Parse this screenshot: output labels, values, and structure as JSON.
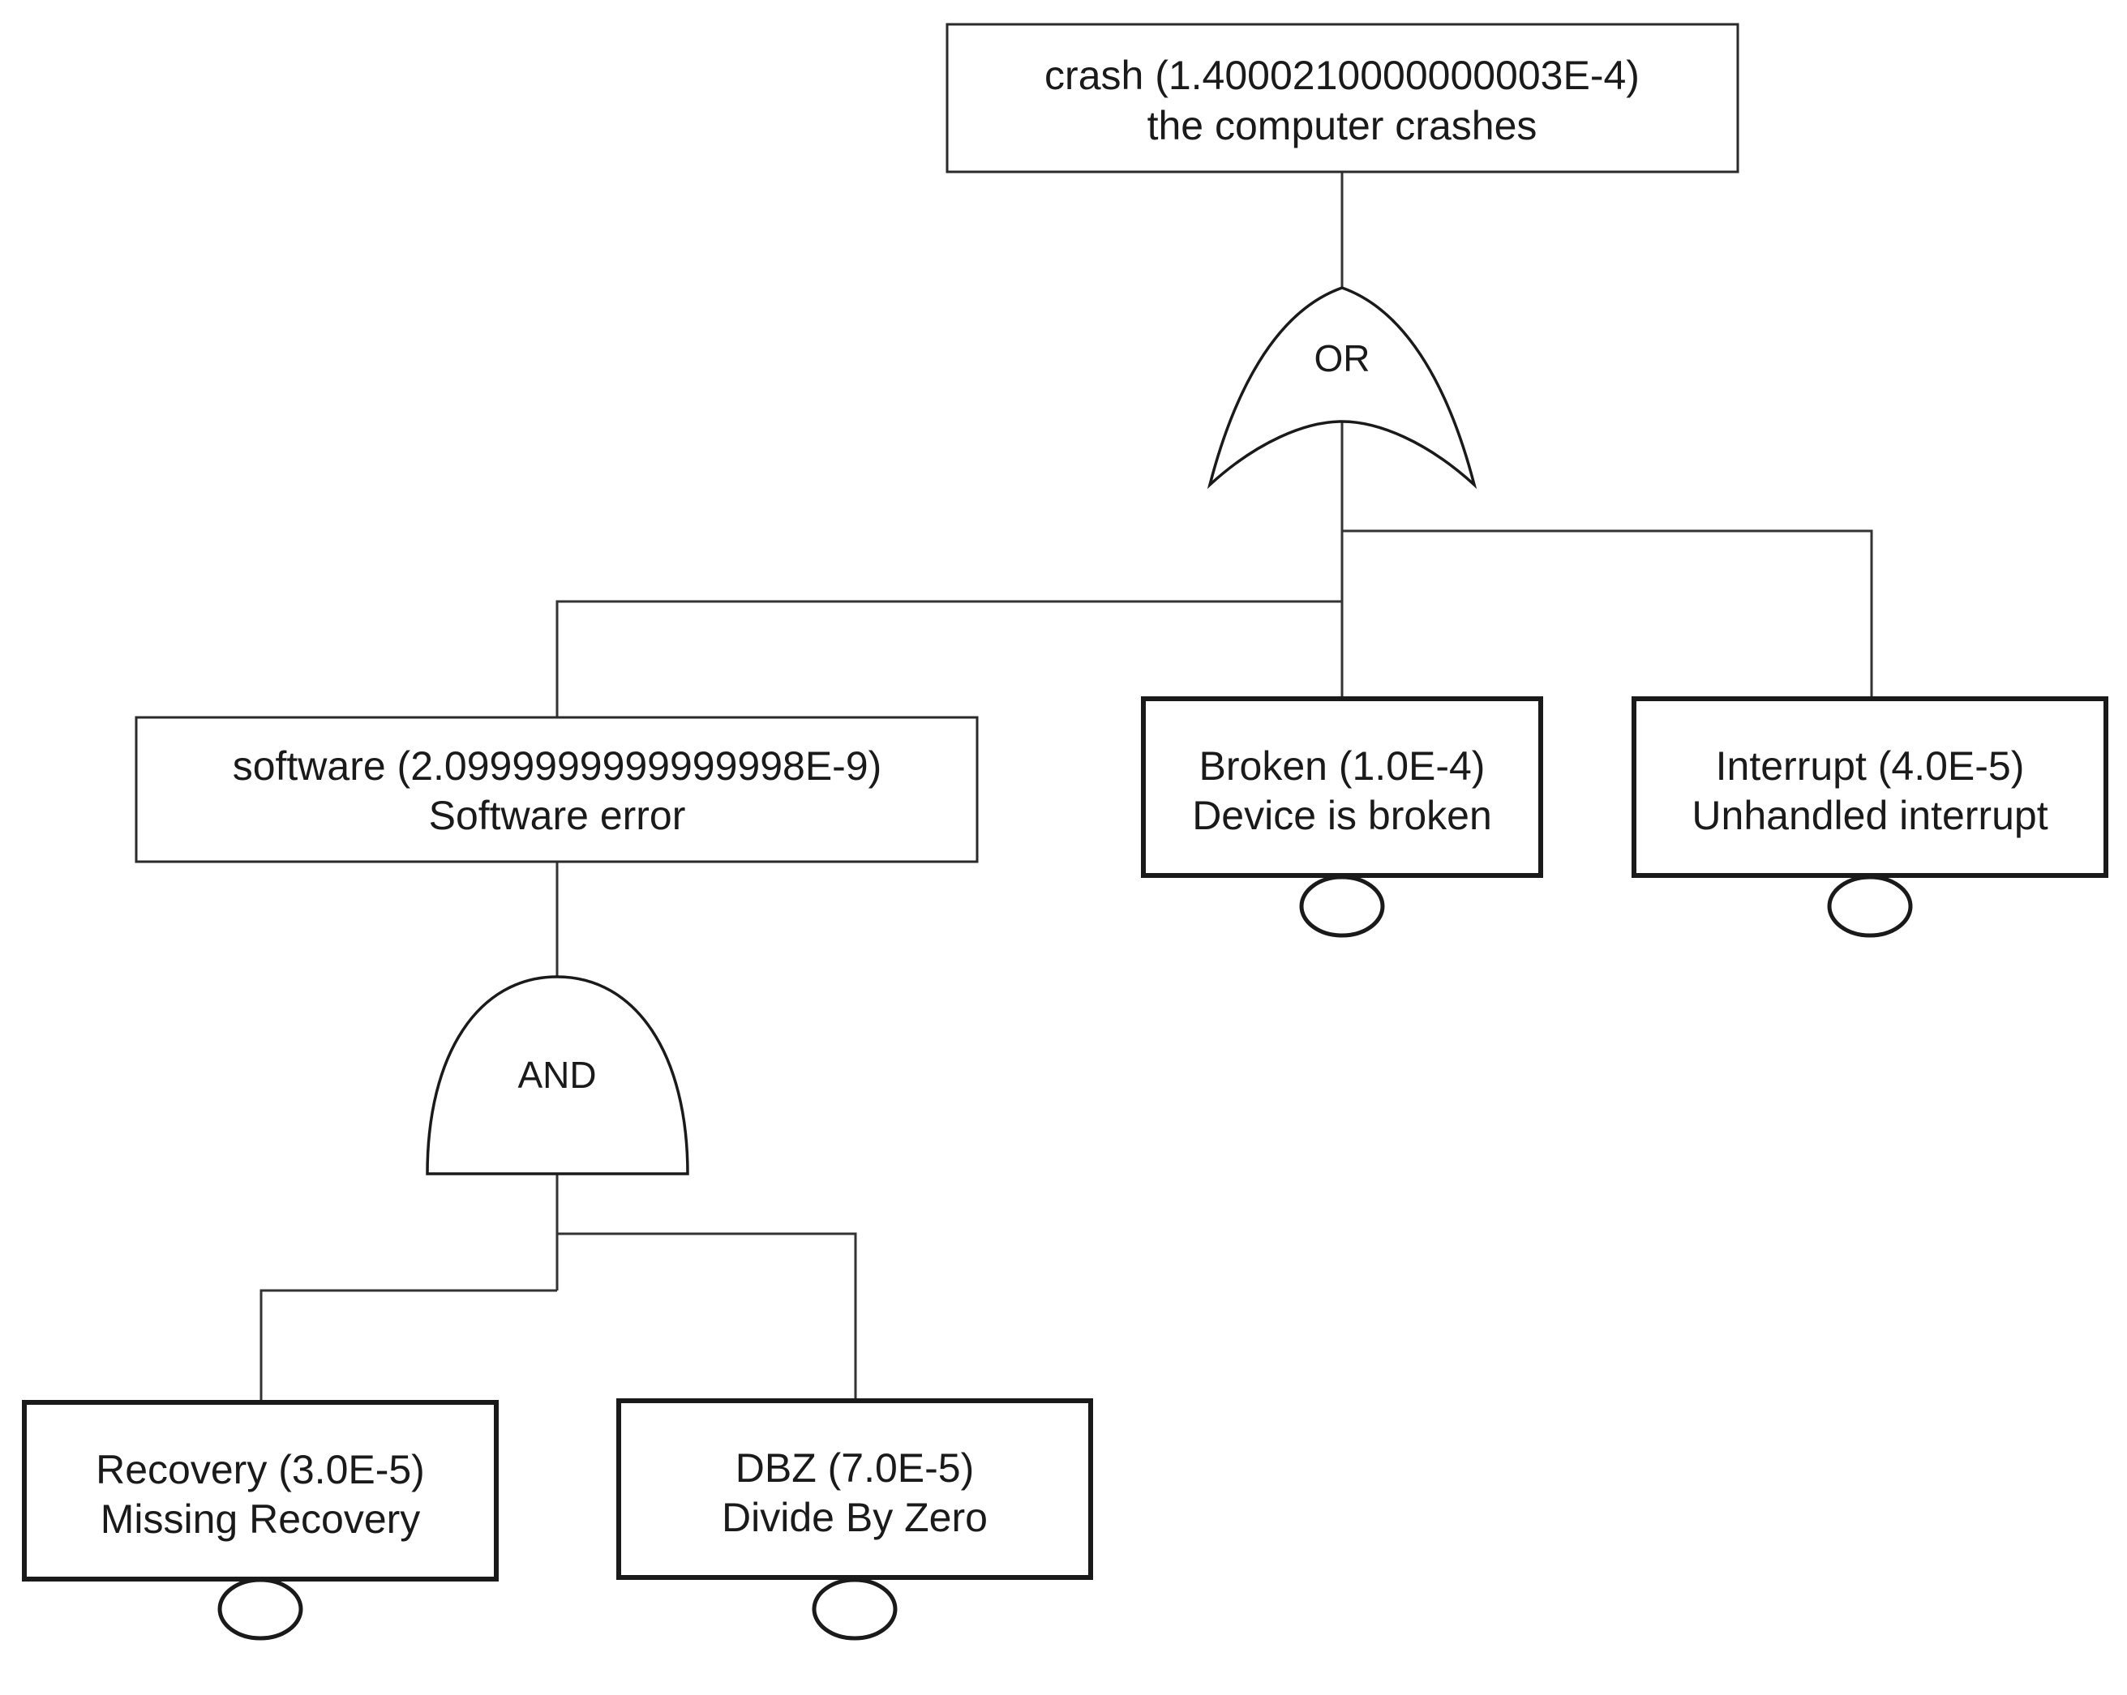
{
  "events": {
    "crash": {
      "line1": "crash (1.4000210000000003E-4)",
      "line2": "the computer crashes"
    },
    "software": {
      "line1": "software (2.0999999999999998E-9)",
      "line2": "Software error"
    },
    "broken": {
      "line1": "Broken (1.0E-4)",
      "line2": "Device is broken"
    },
    "interrupt": {
      "line1": "Interrupt (4.0E-5)",
      "line2": "Unhandled interrupt"
    },
    "recovery": {
      "line1": "Recovery (3.0E-5)",
      "line2": "Missing Recovery"
    },
    "dbz": {
      "line1": "DBZ (7.0E-5)",
      "line2": "Divide By Zero"
    }
  },
  "gates": {
    "or_gate": {
      "label": "OR"
    },
    "and_gate": {
      "label": "AND"
    }
  },
  "colors": {
    "stroke": "#1a1a1a",
    "background": "#ffffff"
  }
}
